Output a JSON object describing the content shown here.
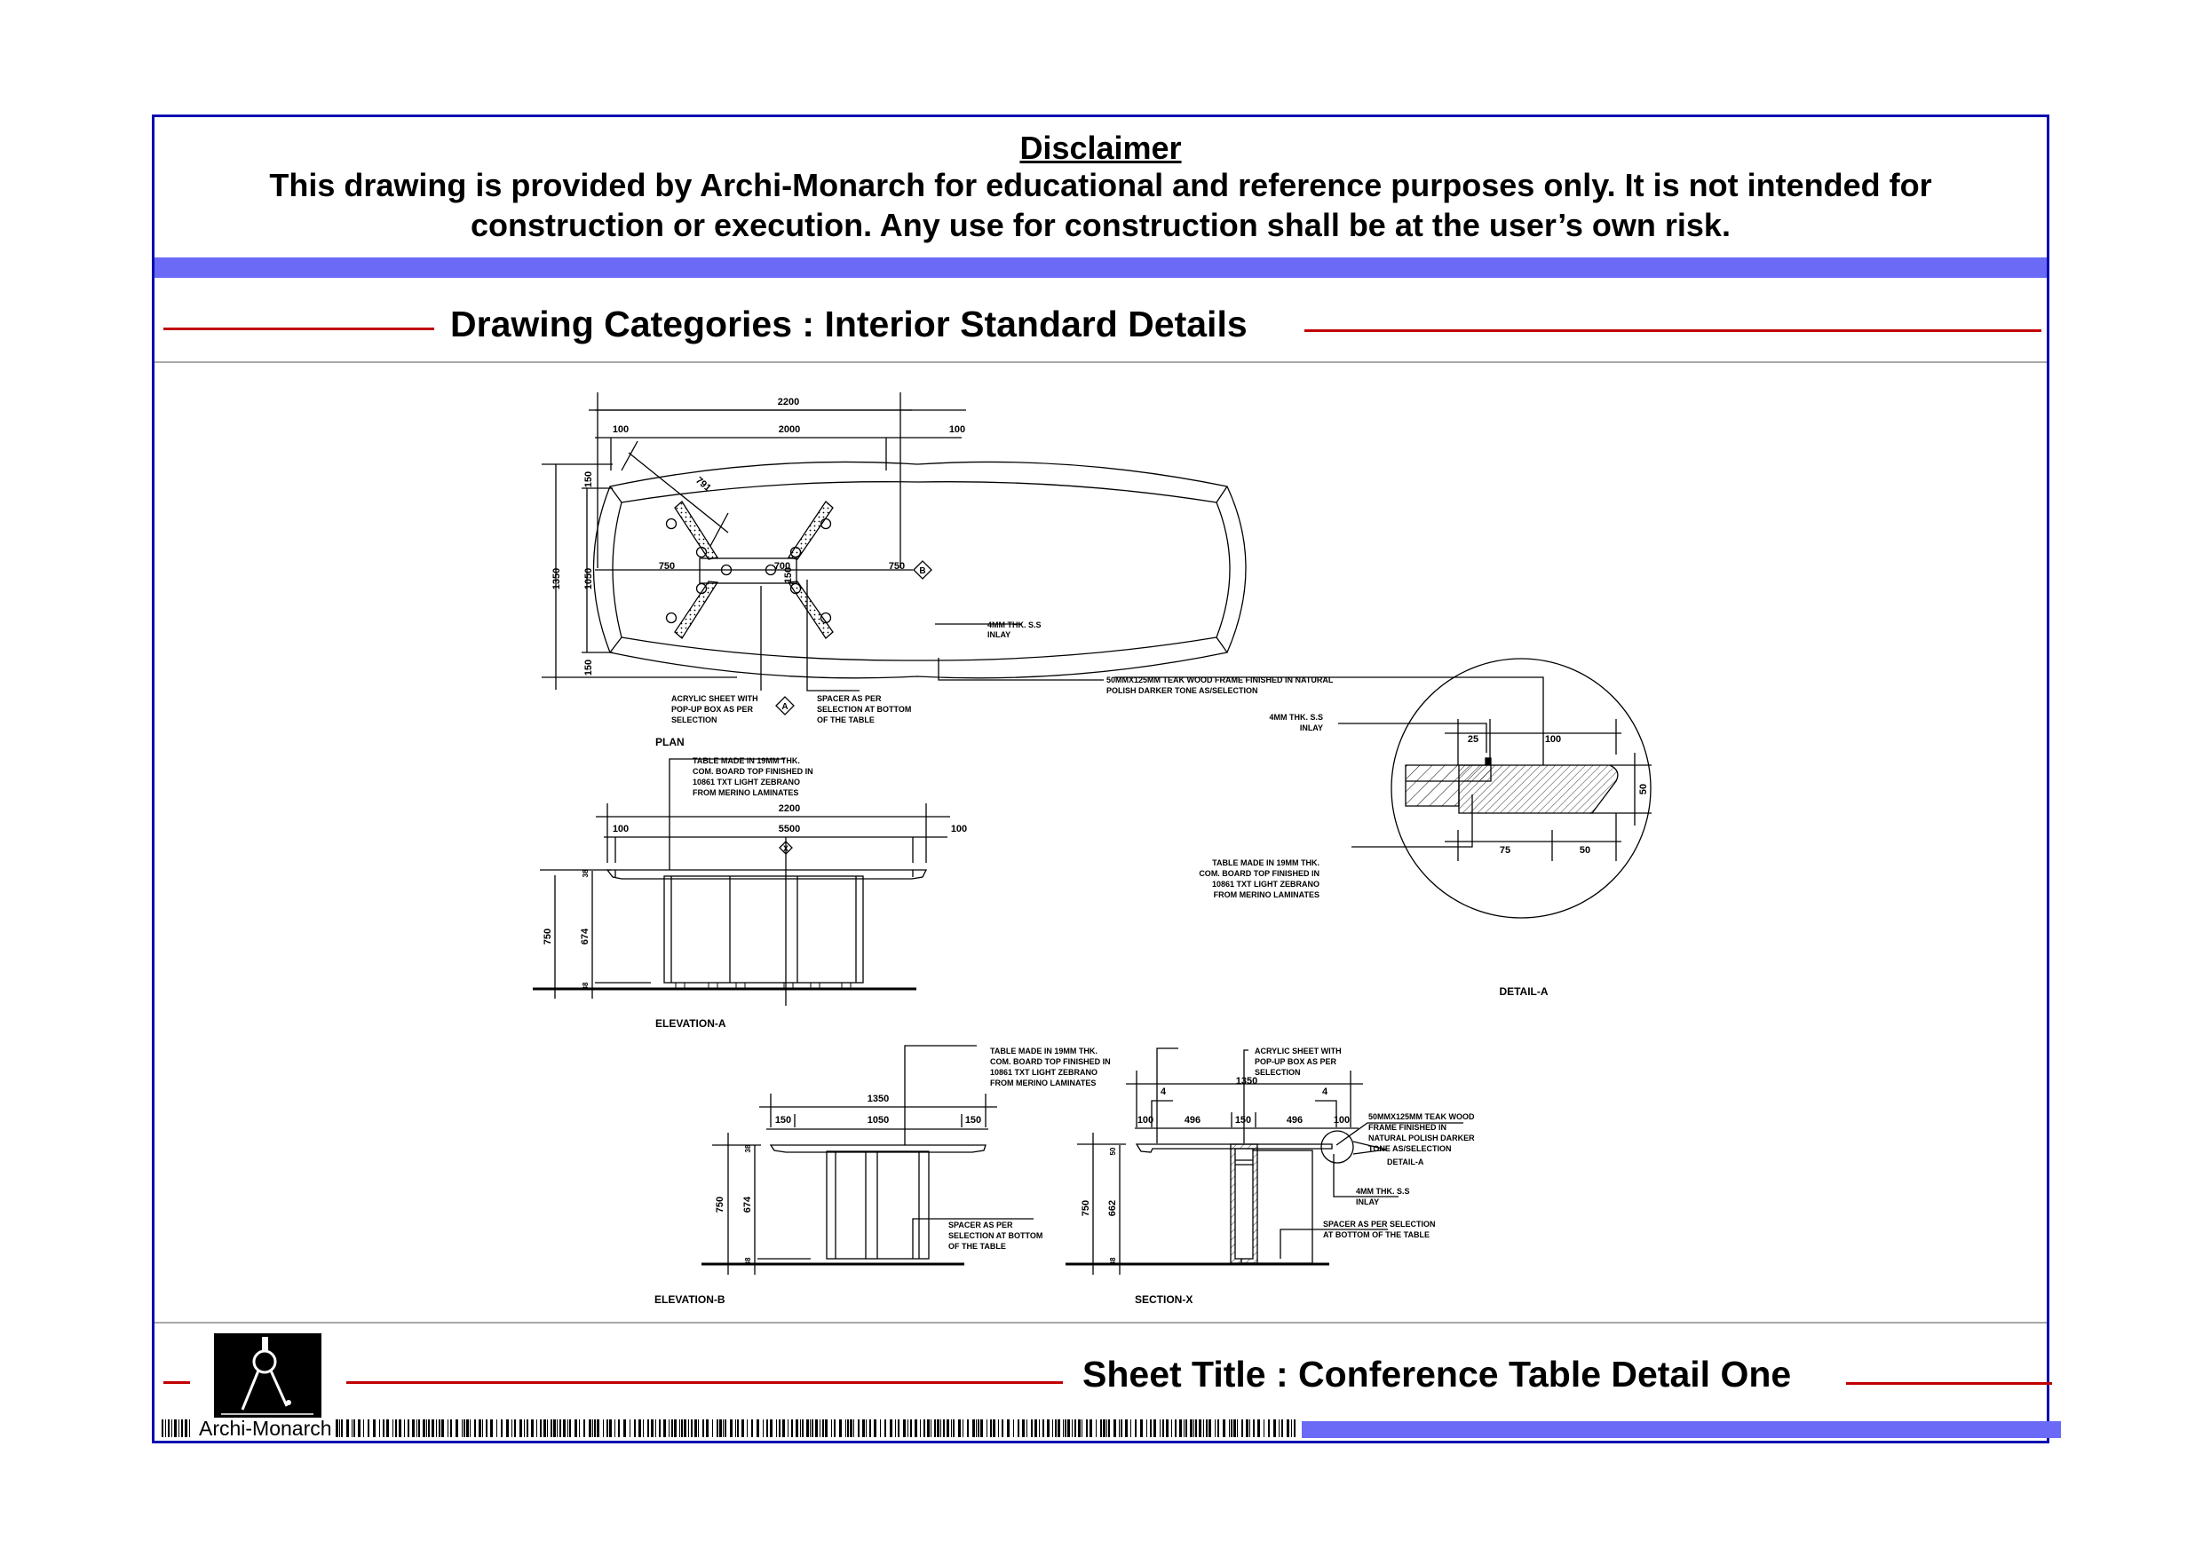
{
  "disclaimer": {
    "title": "Disclaimer",
    "body": "This drawing is provided by Archi-Monarch for educational and reference purposes only. It is not intended for construction or execution. Any use for construction shall be at the user’s own risk."
  },
  "header": {
    "category": "Drawing Categories : Interior Standard Details"
  },
  "footer": {
    "sheet_title": "Sheet Title : Conference Table Detail One",
    "brand": "Archi-Monarch",
    "logo_icon": "compass-divider-icon"
  },
  "colors": {
    "frame": "#0a0ab0",
    "band": "#6a6af7",
    "rule": "#c00000",
    "divider": "#a8a8a8"
  },
  "drawings": {
    "plan": {
      "label": "PLAN",
      "dims": {
        "overall_width": "2200",
        "inner_width": "2000",
        "edge_left": "100",
        "edge_right": "100",
        "overall_depth": "1350",
        "inner_depth": "1050",
        "edge_top": "150",
        "edge_bottom": "150",
        "diag": "791",
        "span_left": "750",
        "span_mid": "700",
        "span_right": "750",
        "mid_width": "150"
      },
      "markers": {
        "a": "A",
        "b": "B"
      },
      "notes": {
        "inlay": [
          "4MM THK. S.S",
          "INLAY"
        ],
        "acrylic": [
          "ACRYLIC SHEET WITH",
          "POP-UP BOX AS PER",
          "SELECTION"
        ],
        "spacer": [
          "SPACER AS PER",
          "SELECTION AT BOTTOM",
          "OF THE TABLE"
        ]
      }
    },
    "elevation_a": {
      "label": "ELEVATION-A",
      "dims": {
        "overall_width": "2200",
        "inner_width": "5500",
        "edge_left": "100",
        "edge_right": "100",
        "height": "750",
        "top_thk": "38",
        "leg_height": "674",
        "base": "38"
      },
      "marker": "X",
      "note": [
        "TABLE MADE IN 19MM THK.",
        "COM. BOARD TOP FINISHED IN",
        "10861 TXT LIGHT ZEBRANO",
        "FROM MERINO LAMINATES"
      ]
    },
    "detail_a": {
      "label": "DETAIL-A",
      "dims": {
        "d25": "25",
        "d100": "100",
        "d75": "75",
        "d50": "50",
        "h50": "50"
      },
      "notes": {
        "frame": [
          "50MMX125MM TEAK WOOD FRAME FINISHED IN NATURAL",
          "POLISH DARKER TONE AS/SELECTION"
        ],
        "inlay": [
          "4MM THK. S.S",
          "INLAY"
        ],
        "table": [
          "TABLE MADE IN 19MM THK.",
          "COM. BOARD TOP FINISHED IN",
          "10861 TXT LIGHT ZEBRANO",
          "FROM MERINO LAMINATES"
        ]
      }
    },
    "elevation_b": {
      "label": "ELEVATION-B",
      "dims": {
        "overall_width": "1350",
        "inner_width": "1050",
        "edge_left": "150",
        "edge_right": "150",
        "height": "750",
        "top_thk": "38",
        "leg_height": "674",
        "base": "38"
      },
      "notes": {
        "table": [
          "TABLE MADE IN 19MM THK.",
          "COM. BOARD TOP FINISHED IN",
          "10861 TXT LIGHT ZEBRANO",
          "FROM MERINO LAMINATES"
        ],
        "spacer": [
          "SPACER AS PER",
          "SELECTION AT BOTTOM",
          "OF THE TABLE"
        ]
      }
    },
    "section_x": {
      "label": "SECTION-X",
      "dims": {
        "overall_width": "1350",
        "end_left": "4",
        "end_right": "4",
        "edge_left": "100",
        "span_left": "496",
        "mid": "150",
        "span_right": "496",
        "edge_right": "100",
        "height": "750",
        "top_thk": "50",
        "leg_height": "662",
        "base": "38"
      },
      "notes": {
        "acrylic": [
          "ACRYLIC SHEET WITH",
          "POP-UP BOX AS PER",
          "SELECTION"
        ],
        "frame": [
          "50MMX125MM TEAK WOOD",
          "FRAME FINISHED IN",
          "NATURAL POLISH DARKER",
          "TONE AS/SELECTION"
        ],
        "detail_ref": "DETAIL-A",
        "inlay": [
          "4MM THK. S.S",
          "INLAY"
        ],
        "spacer": [
          "SPACER AS PER SELECTION",
          "AT BOTTOM OF THE TABLE"
        ]
      }
    }
  }
}
